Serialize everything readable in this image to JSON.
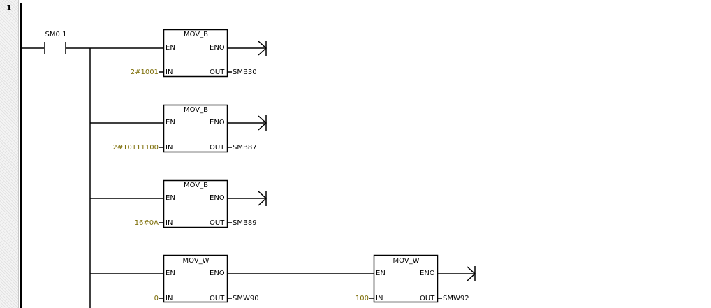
{
  "network": {
    "number": "1"
  },
  "contact": {
    "address": "SM0.1"
  },
  "pins": {
    "en": "EN",
    "eno": "ENO",
    "in": "IN",
    "out": "OUT"
  },
  "blocks": [
    {
      "name": "MOV_B",
      "in_value": "2#1001",
      "out_addr": "SMB30"
    },
    {
      "name": "MOV_B",
      "in_value": "2#10111100",
      "out_addr": "SMB87"
    },
    {
      "name": "MOV_B",
      "in_value": "16#0A",
      "out_addr": "SMB89"
    },
    {
      "name": "MOV_W",
      "in_value": "0",
      "out_addr": "SMW90"
    },
    {
      "name": "MOV_W",
      "in_value": "100",
      "out_addr": "SMW92"
    }
  ],
  "colors": {
    "parameter_text": "#7a6a00",
    "wire": "#000000",
    "gutter": "#e8e8e8"
  }
}
